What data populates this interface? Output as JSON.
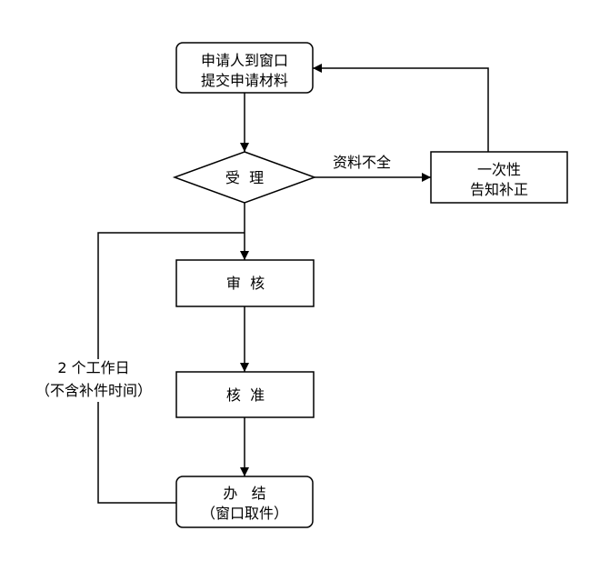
{
  "colors": {
    "line": "#000000",
    "background": "#ffffff"
  },
  "nodes": {
    "submit": {
      "line1": "申请人到窗口",
      "line2": "提交申请材料"
    },
    "accept": {
      "label": "受  理"
    },
    "correction": {
      "line1": "一次性",
      "line2": "告知补正"
    },
    "review": {
      "label": "审  核"
    },
    "approve": {
      "label": "核  准"
    },
    "complete": {
      "line1": "办   结",
      "line2": "（窗口取件）"
    }
  },
  "edges": {
    "incomplete_label": "资料不全"
  },
  "annotation": {
    "line1": "2 个工作日",
    "line2": "（不含补件时间）"
  }
}
